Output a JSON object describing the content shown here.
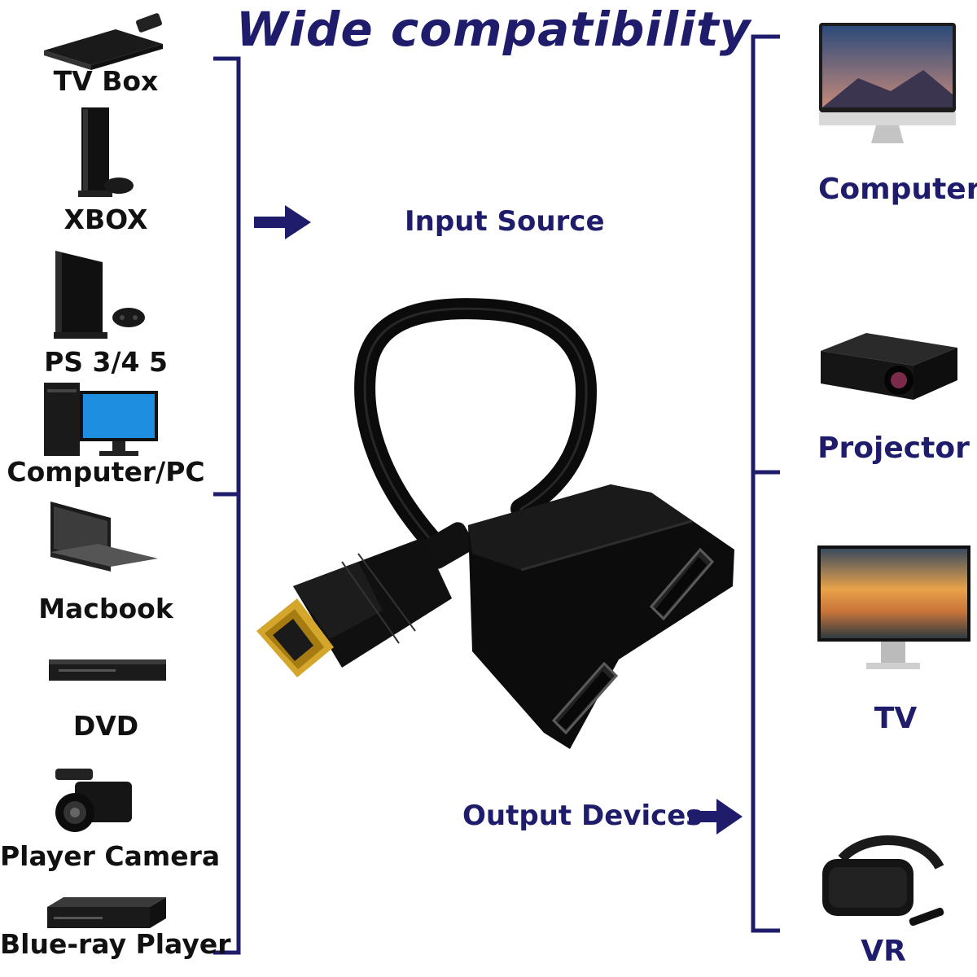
{
  "title": "Wide compatibility",
  "input_label": "Input Source",
  "output_label": "Output Devices",
  "input_devices": [
    {
      "label": "TV Box",
      "icon": "tv-box-icon"
    },
    {
      "label": "XBOX",
      "icon": "xbox-icon"
    },
    {
      "label": "PS 3/4 5",
      "icon": "playstation-icon"
    },
    {
      "label": "Computer/PC",
      "icon": "desktop-pc-icon"
    },
    {
      "label": "Macbook",
      "icon": "laptop-icon"
    },
    {
      "label": "DVD",
      "icon": "dvd-player-icon"
    },
    {
      "label": "Player Camera",
      "icon": "video-camera-icon"
    },
    {
      "label": "Blue-ray Player",
      "icon": "bluray-player-icon"
    }
  ],
  "output_devices": [
    {
      "label": "Computer",
      "icon": "imac-icon"
    },
    {
      "label": "Projector",
      "icon": "projector-icon"
    },
    {
      "label": "TV",
      "icon": "tv-monitor-icon"
    },
    {
      "label": "VR",
      "icon": "vr-headset-icon"
    }
  ],
  "colors": {
    "accent": "#1f1d6b",
    "cable": "#0d0d0d",
    "gold": "#d4a72c"
  }
}
